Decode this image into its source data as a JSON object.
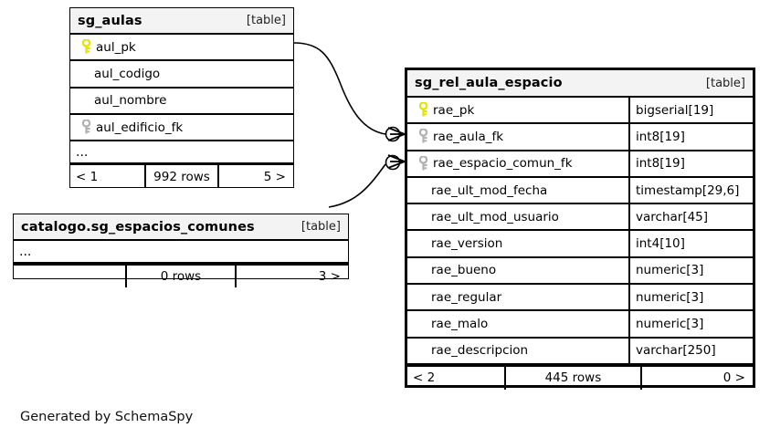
{
  "diagram": {
    "generator_caption": "Generated by SchemaSpy",
    "table_tag": "[table]",
    "ellipsis": "..."
  },
  "tables": [
    {
      "id": "sg_aulas",
      "title": "sg_aulas",
      "tag": "[table]",
      "show_types": false,
      "columns": [
        {
          "name": "aul_pk",
          "key": "primary",
          "type": ""
        },
        {
          "name": "aul_codigo",
          "key": "none",
          "type": ""
        },
        {
          "name": "aul_nombre",
          "key": "none",
          "type": ""
        },
        {
          "name": "aul_edificio_fk",
          "key": "foreign",
          "type": ""
        }
      ],
      "has_ellipsis_row": true,
      "footer": {
        "left": "< 1",
        "middle": "992 rows",
        "right": "5 >"
      }
    },
    {
      "id": "catalogo_sg_espacios_comunes",
      "title": "catalogo.sg_espacios_comunes",
      "tag": "[table]",
      "show_types": false,
      "columns": [],
      "has_ellipsis_row": true,
      "footer": {
        "left": "",
        "middle": "0 rows",
        "right": "3 >"
      }
    },
    {
      "id": "sg_rel_aula_espacio",
      "title": "sg_rel_aula_espacio",
      "tag": "[table]",
      "show_types": true,
      "columns": [
        {
          "name": "rae_pk",
          "key": "primary",
          "type": "bigserial[19]"
        },
        {
          "name": "rae_aula_fk",
          "key": "foreign",
          "type": "int8[19]"
        },
        {
          "name": "rae_espacio_comun_fk",
          "key": "foreign",
          "type": "int8[19]"
        },
        {
          "name": "rae_ult_mod_fecha",
          "key": "none",
          "type": "timestamp[29,6]"
        },
        {
          "name": "rae_ult_mod_usuario",
          "key": "none",
          "type": "varchar[45]"
        },
        {
          "name": "rae_version",
          "key": "none",
          "type": "int4[10]"
        },
        {
          "name": "rae_bueno",
          "key": "none",
          "type": "numeric[3]"
        },
        {
          "name": "rae_regular",
          "key": "none",
          "type": "numeric[3]"
        },
        {
          "name": "rae_malo",
          "key": "none",
          "type": "numeric[3]"
        },
        {
          "name": "rae_descripcion",
          "key": "none",
          "type": "varchar[250]"
        }
      ],
      "has_ellipsis_row": false,
      "footer": {
        "left": "< 2",
        "middle": "445 rows",
        "right": "0 >"
      }
    }
  ],
  "relationships": [
    {
      "name": "sg_aulas-to-rae_aula_fk",
      "from_table": "sg_aulas",
      "from_column": "aul_pk",
      "to_table": "sg_rel_aula_espacio",
      "to_column": "rae_aula_fk",
      "cardinality": "zero-or-many"
    },
    {
      "name": "catalogo-to-rae_espacio_comun_fk",
      "from_table": "catalogo_sg_espacios_comunes",
      "from_column": "",
      "to_table": "sg_rel_aula_espacio",
      "to_column": "rae_espacio_comun_fk",
      "cardinality": "zero-or-many"
    }
  ],
  "colors": {
    "primary_key_icon": "#e8e800",
    "foreign_key_icon": "#b3b3b3",
    "header_background": "#f3f3f3",
    "border": "#000000",
    "background": "#ffffff"
  }
}
